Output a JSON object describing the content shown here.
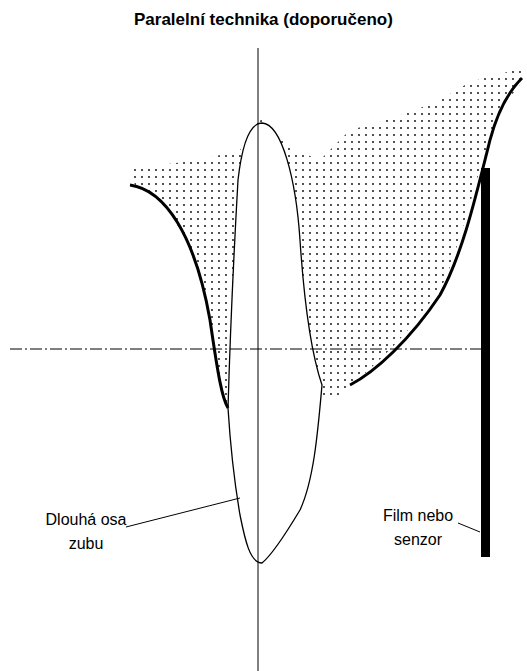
{
  "diagram": {
    "title": "Paralelní technika (doporučeno)",
    "labels": [
      "Dlouhá osa zubu",
      "Film nebo senzor"
    ]
  }
}
